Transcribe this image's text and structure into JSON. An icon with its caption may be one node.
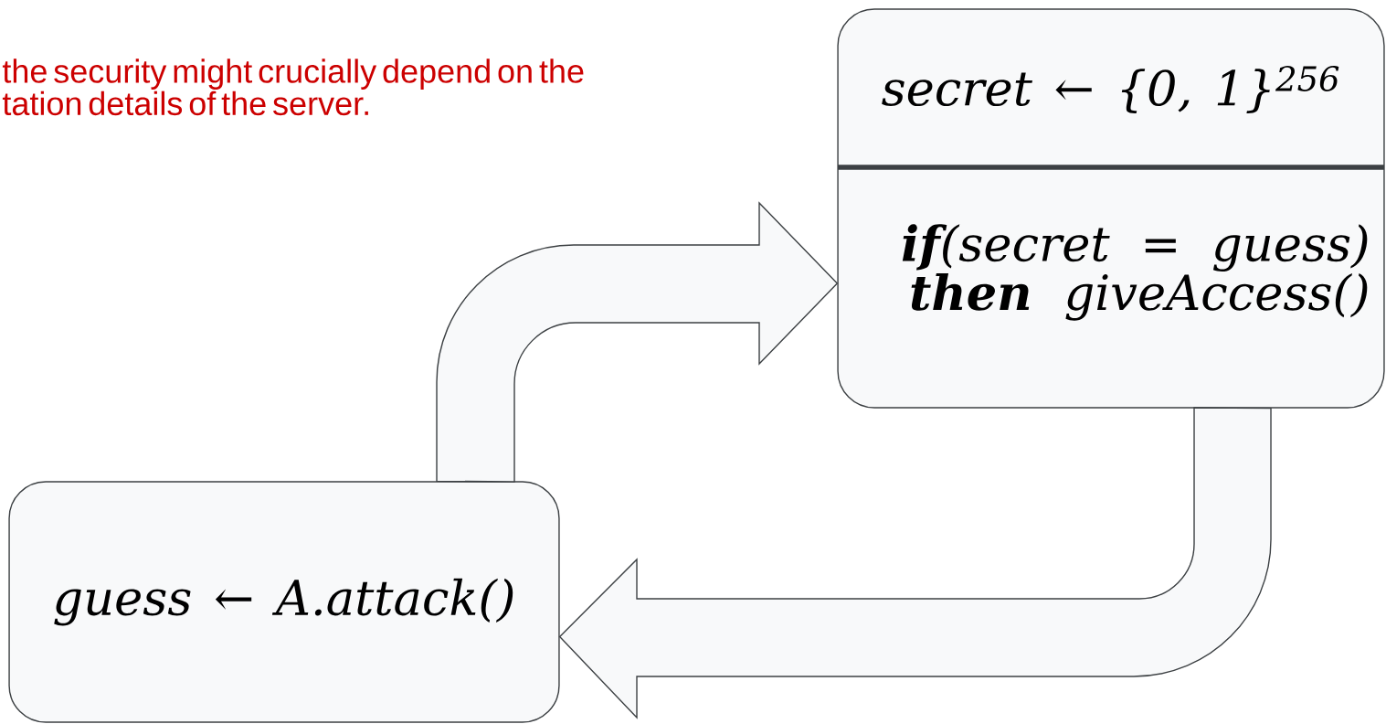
{
  "diagram": {
    "nodes": [
      {
        "text": [
          "guess ← A.attack()"
        ]
      },
      {
        "text": [
          "secret ← {0, 1}$^{256}$",
          "**if**(secret = guess) **then** giveAccess()"
        ]
      }
    ],
    "edges": [
      {
        "from": 0,
        "to": 1,
        "arrow": "to"
      },
      {
        "from": 1,
        "to": 0,
        "arrow": "to"
      }
    ],
    "labels": [
      "the security might crucially depend on the tation details of the server."
    ]
  }
}
